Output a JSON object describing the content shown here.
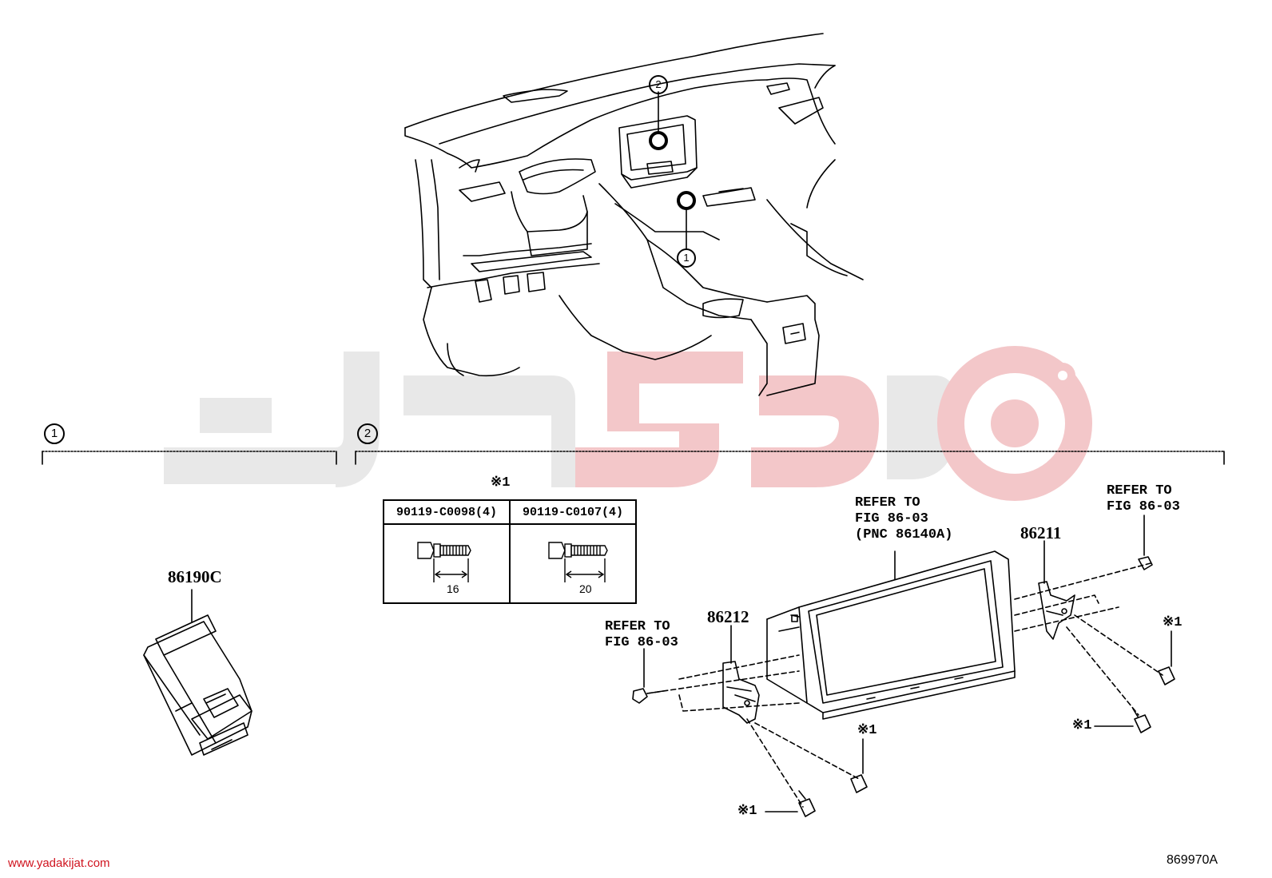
{
  "section_markers": [
    {
      "id": "1",
      "label": "1"
    },
    {
      "id": "2",
      "label": "2"
    }
  ],
  "callouts": {
    "vehicle_marker_1": "1",
    "vehicle_marker_2": "2"
  },
  "bolt_table": {
    "note": "※1",
    "columns": [
      {
        "part": "90119-C0098(4)",
        "length": "16"
      },
      {
        "part": "90119-C0107(4)",
        "length": "20"
      }
    ]
  },
  "parts": {
    "switch": "86190C",
    "bracket_left": "86212",
    "bracket_right": "86211"
  },
  "references": {
    "display": "REFER TO\nFIG 86-03\n(PNC 86140A)",
    "left_screw": "REFER TO\nFIG 86-03",
    "right_nut": "REFER TO\nFIG 86-03"
  },
  "notes": {
    "n1": "※1",
    "n2": "※1",
    "n3": "※1",
    "n4": "※1"
  },
  "diagram_code": "869970A",
  "watermark_url": "www.yadakijat.com",
  "colors": {
    "watermark_red": "#f3c7c9",
    "watermark_gray": "#e7e7e7",
    "url_red": "#d0141f"
  }
}
